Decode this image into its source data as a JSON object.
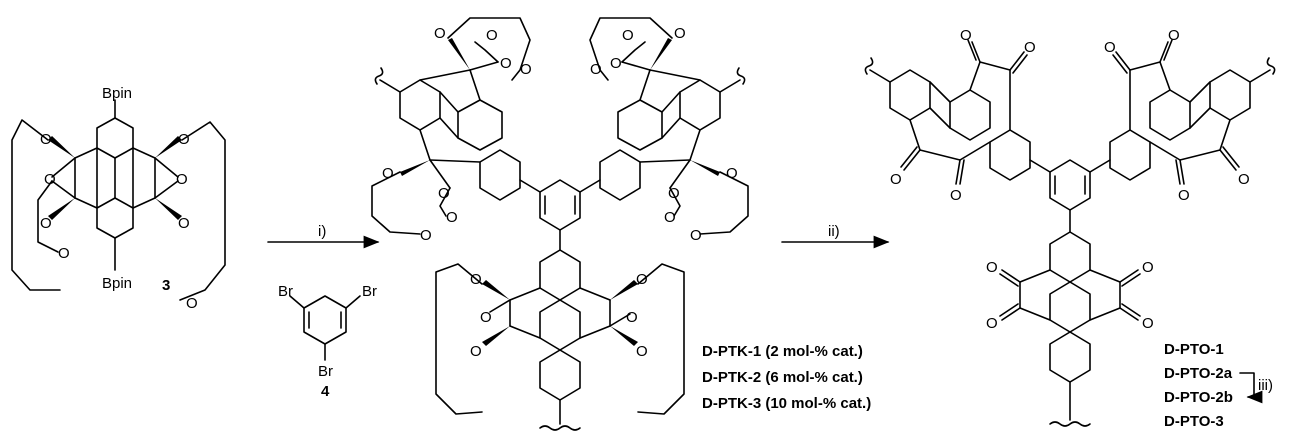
{
  "reactant": {
    "label": "3",
    "substituent": "Bpin"
  },
  "linker": {
    "label": "4",
    "substituent": "Br"
  },
  "step1": {
    "label": "i)"
  },
  "step2": {
    "label": "ii)"
  },
  "step3": {
    "label": "iii)"
  },
  "ketal_products": [
    "D-PTK-1 (2 mol-% cat.)",
    "D-PTK-2 (6 mol-% cat.)",
    "D-PTK-3 (10 mol-% cat.)"
  ],
  "quinone_products": [
    "D-PTO-1",
    "D-PTO-2a",
    "D-PTO-2b",
    "D-PTO-3"
  ],
  "atoms": {
    "oxygen": "O"
  }
}
